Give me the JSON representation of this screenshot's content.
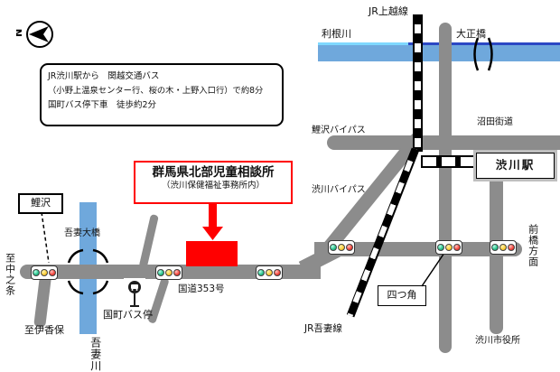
{
  "map": {
    "compass": {
      "letter": "N"
    },
    "info_box": {
      "line1": "JR渋川駅から　関越交通バス",
      "line2": "（小野上温泉センター行、桜の木・上野入口行）で約8分",
      "line3": "国町バス停下車　徒歩約2分"
    },
    "destination": {
      "title": "群馬県北部児童相談所",
      "subtitle": "（渋川保健福祉事務所内）"
    },
    "labels": {
      "koizawa": "鯉沢",
      "to_nakanojo": "至中之条",
      "to_ikaho": "至伊香保",
      "agatsuma_river": "吾妻川",
      "agatsuma_bridge": "吾妻大橋",
      "kunimachi_bus_stop": "国町バス停",
      "route_353": "国道353号",
      "tone_river": "利根川",
      "jr_joetsu_line": "JR上越線",
      "taisho_bridge": "大正橋",
      "numata_kaido": "沼田街道",
      "shibukawa_station": "渋川駅",
      "koizawa_bypass": "鯉沢バイパス",
      "shibukawa_bypass": "渋川バイパス",
      "jr_agatsuma_line": "JR吾妻線",
      "yotsukado": "四つ角",
      "to_maebashi": "前橋方面",
      "shibukawa_city_hall": "渋川市役所"
    },
    "colors": {
      "road": "#8c8c8c",
      "river": "#6fa8dc",
      "river_edge": "#2b47c4",
      "accent_red": "#ff0000",
      "signal_green": "#2ec48e",
      "signal_yellow": "#ffd23f",
      "signal_red": "#f54b42"
    }
  }
}
